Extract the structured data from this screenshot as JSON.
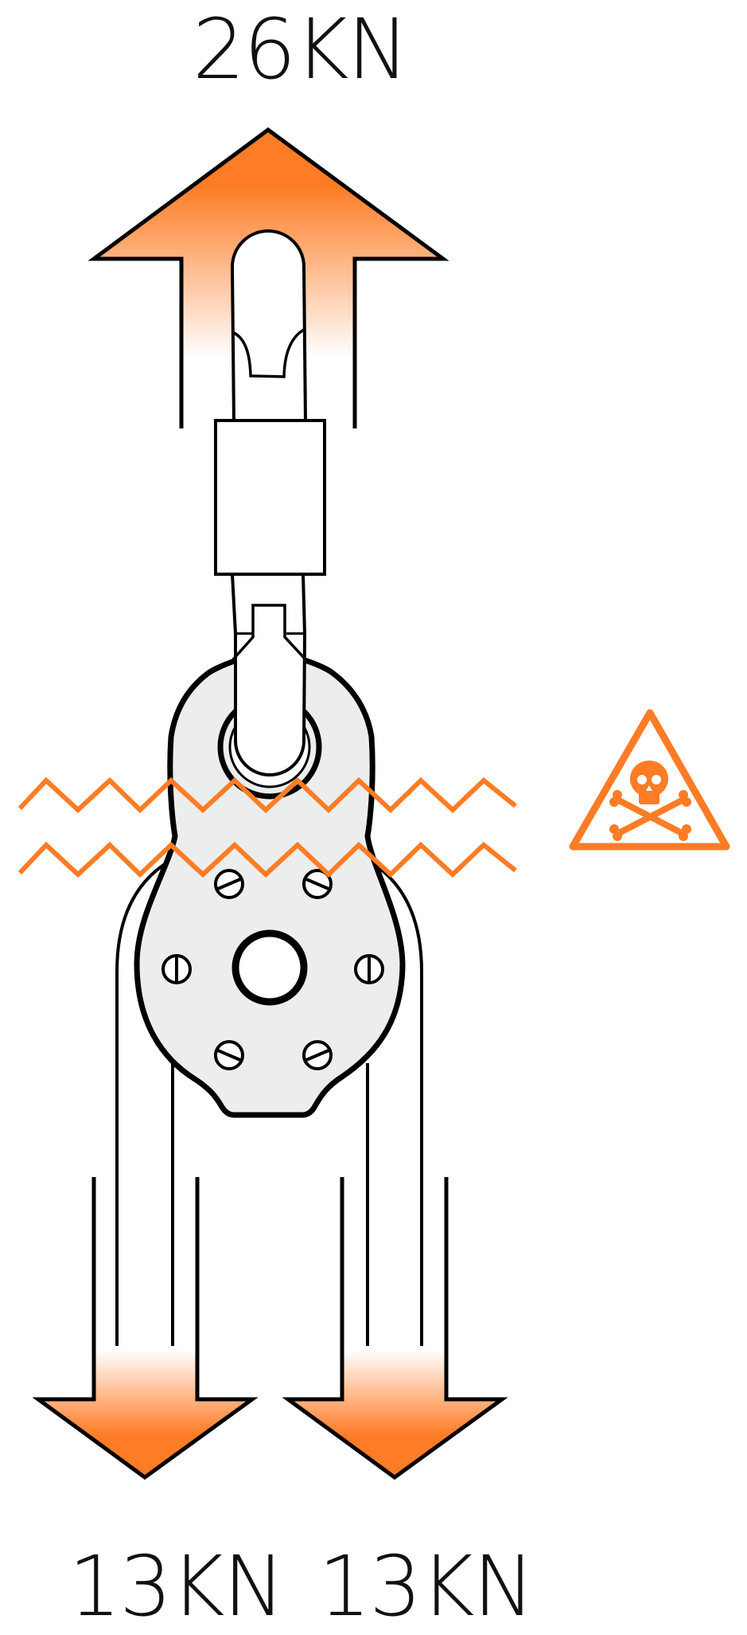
{
  "forces": {
    "top_label": "26KN",
    "bottom_left_label": "13KN",
    "bottom_right_label": "13KN"
  },
  "colors": {
    "accent": "#fd7c25",
    "line": "#000000",
    "pulley_fill": "#eceded",
    "background": "#ffffff"
  },
  "icons": {
    "warning": "skull-warning-icon"
  }
}
